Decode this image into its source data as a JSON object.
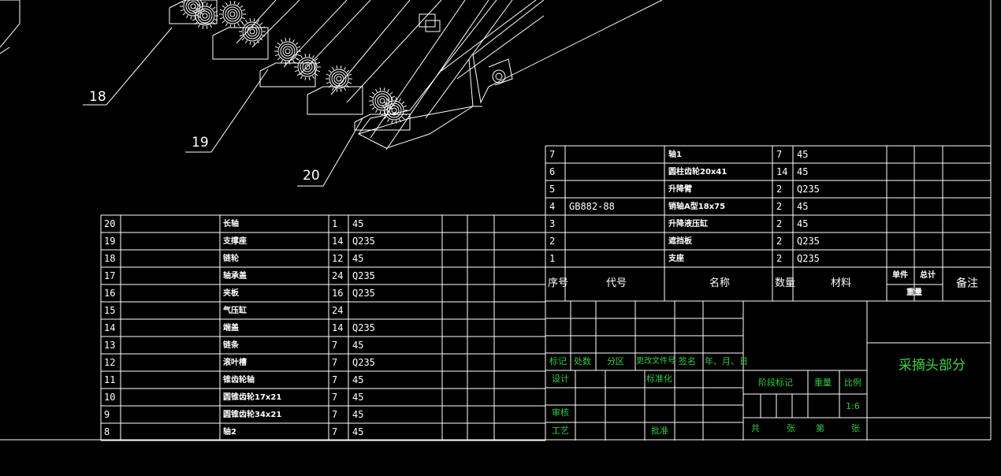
{
  "callouts": [
    "18",
    "19",
    "20"
  ],
  "bom_upper": [
    {
      "no": "7",
      "code": "",
      "name": "轴1",
      "qty": "7",
      "mat": "45"
    },
    {
      "no": "6",
      "code": "",
      "name": "圆柱齿轮20x41",
      "qty": "14",
      "mat": "45"
    },
    {
      "no": "5",
      "code": "",
      "name": "升降臂",
      "qty": "2",
      "mat": "Q235"
    },
    {
      "no": "4",
      "code": "GB882-88",
      "name": "销轴A型18x75",
      "qty": "2",
      "mat": "45"
    },
    {
      "no": "3",
      "code": "",
      "name": "升降液压缸",
      "qty": "2",
      "mat": "45"
    },
    {
      "no": "2",
      "code": "",
      "name": "遮挡板",
      "qty": "2",
      "mat": "Q235"
    },
    {
      "no": "1",
      "code": "",
      "name": "支座",
      "qty": "2",
      "mat": "Q235"
    }
  ],
  "bom_lower": [
    {
      "no": "20",
      "name": "长轴",
      "qty": "1",
      "mat": "45"
    },
    {
      "no": "19",
      "name": "支撑座",
      "qty": "14",
      "mat": "Q235"
    },
    {
      "no": "18",
      "name": "链轮",
      "qty": "12",
      "mat": "45"
    },
    {
      "no": "17",
      "name": "轴承盖",
      "qty": "24",
      "mat": "Q235"
    },
    {
      "no": "16",
      "name": "夹板",
      "qty": "16",
      "mat": "Q235"
    },
    {
      "no": "15",
      "name": "气压缸",
      "qty": "24",
      "mat": ""
    },
    {
      "no": "14",
      "name": "端盖",
      "qty": "14",
      "mat": "Q235"
    },
    {
      "no": "13",
      "name": "链条",
      "qty": "7",
      "mat": "45"
    },
    {
      "no": "12",
      "name": "滚叶槽",
      "qty": "7",
      "mat": "Q235"
    },
    {
      "no": "11",
      "name": "锥齿轮轴",
      "qty": "7",
      "mat": "45"
    },
    {
      "no": "10",
      "name": "圆锥齿轮17x21",
      "qty": "7",
      "mat": "45"
    },
    {
      "no": "9",
      "name": "圆锥齿轮34x21",
      "qty": "7",
      "mat": "45"
    },
    {
      "no": "8",
      "name": "轴2",
      "qty": "7",
      "mat": "45"
    }
  ],
  "header": {
    "seq": "序号",
    "code": "代号",
    "name": "名称",
    "qty": "数量",
    "mat": "材料",
    "unit": "单件",
    "total": "总计",
    "weight": "重量",
    "remark": "备注"
  },
  "title_block": {
    "mark": "标记",
    "count": "处数",
    "zone": "分区",
    "change_doc": "更改文件号",
    "sign": "签名",
    "date": "年、月、日",
    "design": "设计",
    "standard": "标准化",
    "review": "审核",
    "process": "工艺",
    "approve": "批准",
    "stage": "阶段标记",
    "weight": "重量",
    "scale": "比例",
    "scale_value": "1:6",
    "total": "共",
    "sheet": "张",
    "sheet_no": "第",
    "sheet2": "张",
    "drawing_title": "采摘头部分"
  },
  "colors": {
    "line": "#ffffff",
    "green": "#2ecc40",
    "bg": "#000000"
  }
}
